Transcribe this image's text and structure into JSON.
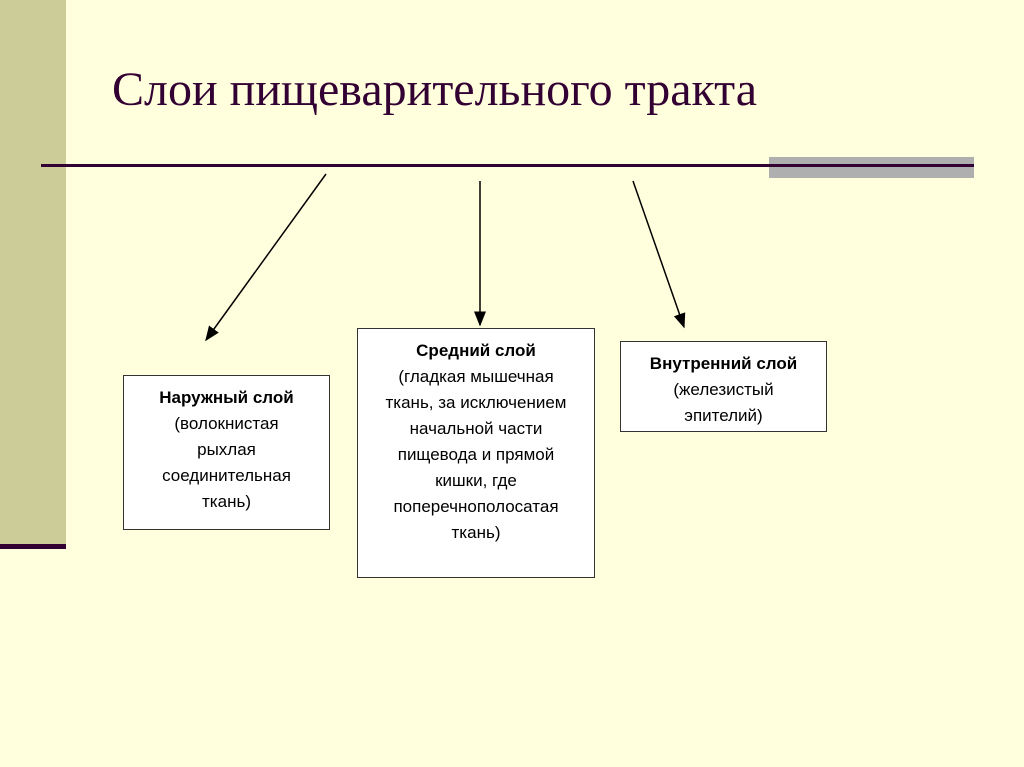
{
  "title": "Слои пищеварительного тракта",
  "boxes": [
    {
      "heading": "Наружный слой",
      "body": "(волокнистая рыхлая соединительная ткань)"
    },
    {
      "heading": "Средний слой",
      "body": "(гладкая мышечная ткань, за исключением начальной части пищевода и прямой кишки, где поперечнополосатая ткань)"
    },
    {
      "heading": "Внутренний слой",
      "body": "(железистый эпителий)"
    }
  ]
}
